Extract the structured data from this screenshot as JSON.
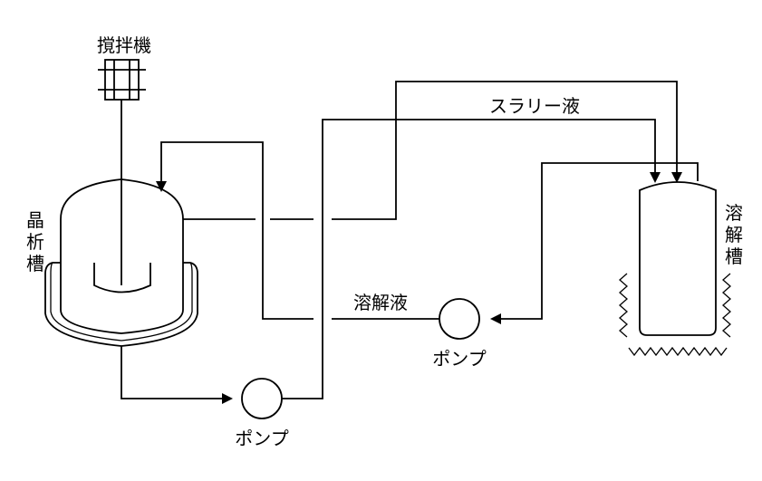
{
  "diagram": {
    "labels": {
      "stirrer": "撹拌機",
      "crystallizer": [
        "晶",
        "析",
        "槽"
      ],
      "dissolver": [
        "溶",
        "解",
        "槽"
      ],
      "slurry": "スラリー液",
      "solution": "溶解液",
      "pump_bottom": "ポンプ",
      "pump_middle": "ポンプ"
    }
  }
}
